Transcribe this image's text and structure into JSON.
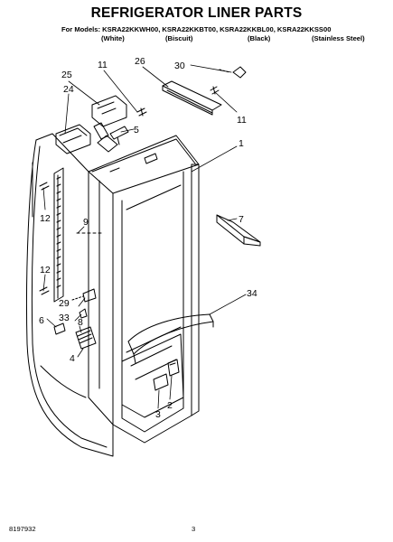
{
  "title": "REFRIGERATOR LINER PARTS",
  "models_label": "For Models:",
  "models": [
    {
      "code": "KSRA22KKWH00",
      "variant": "(White)"
    },
    {
      "code": "KSRA22KKBT00",
      "variant": "(Biscuit)"
    },
    {
      "code": "KSRA22KKBL00",
      "variant": "(Black)"
    },
    {
      "code": "KSRA22KKSS00",
      "variant": "(Stainless Steel)"
    }
  ],
  "callouts": [
    "25",
    "24",
    "11",
    "26",
    "30",
    "11",
    "5",
    "1",
    "12",
    "9",
    "7",
    "12",
    "34",
    "6",
    "29",
    "33",
    "8",
    "4",
    "2",
    "3"
  ],
  "footer": {
    "document_number": "8197932",
    "page_number": "3"
  }
}
